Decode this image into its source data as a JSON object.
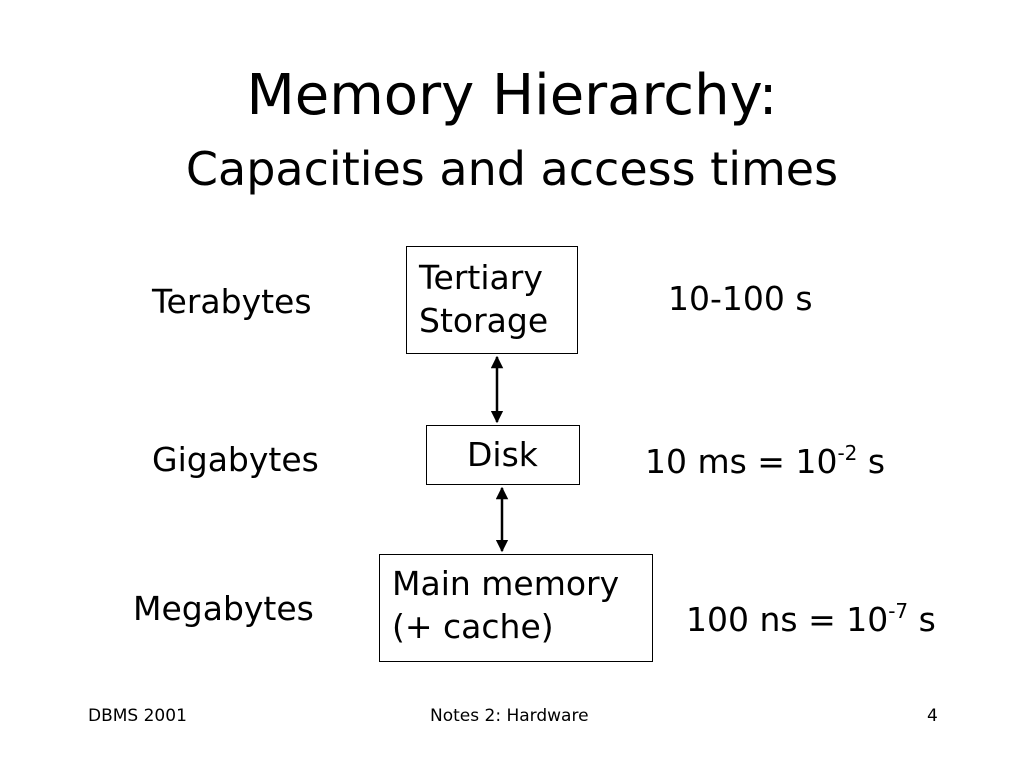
{
  "title": {
    "line1": "Memory Hierarchy:",
    "line2": "Capacities and access times"
  },
  "levels": [
    {
      "capacity": "Terabytes",
      "name_lines": [
        "Tertiary",
        "Storage"
      ],
      "time_text": "10-100 s"
    },
    {
      "capacity": "Gigabytes",
      "name_lines": [
        "Disk"
      ],
      "time_main": "10 ms = 10",
      "time_exp": "-2",
      "time_unit": "s"
    },
    {
      "capacity": "Megabytes",
      "name_lines": [
        "Main memory",
        "(+ cache)"
      ],
      "time_main": "100 ns = 10",
      "time_exp": "-7",
      "time_unit": "s"
    }
  ],
  "footer": {
    "left": "DBMS 2001",
    "center": "Notes 2: Hardware",
    "page": "4"
  }
}
